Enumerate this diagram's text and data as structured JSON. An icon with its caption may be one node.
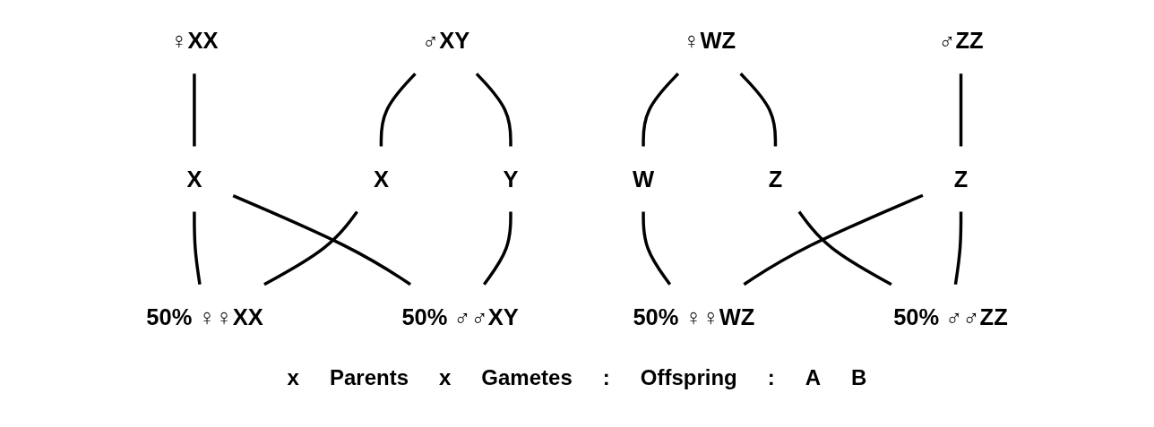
{
  "diagram": {
    "nodes": [
      {
        "text": [
          "♀XX"
        ]
      },
      {
        "text": [
          "♂XY"
        ]
      },
      {
        "text": [
          "X"
        ]
      },
      {
        "text": [
          "X"
        ]
      },
      {
        "text": [
          "Y"
        ]
      },
      {
        "text": [
          "50% ♀♀XX"
        ]
      },
      {
        "text": [
          "50% ♂♂XY"
        ]
      },
      {
        "text": [
          "♀WZ"
        ]
      },
      {
        "text": [
          "♂ZZ"
        ]
      },
      {
        "text": [
          "W"
        ]
      },
      {
        "text": [
          "Z"
        ]
      },
      {
        "text": [
          "Z"
        ]
      },
      {
        "text": [
          "50% ♀♀WZ"
        ]
      },
      {
        "text": [
          "50% ♂♂ZZ"
        ]
      }
    ],
    "edges": [
      {
        "from": 0,
        "to": 2,
        "arrow": "none"
      },
      {
        "from": 1,
        "to": 3,
        "arrow": "none"
      },
      {
        "from": 1,
        "to": 4,
        "arrow": "none"
      },
      {
        "from": 2,
        "to": 5,
        "arrow": "none"
      },
      {
        "from": 2,
        "to": 6,
        "arrow": "none"
      },
      {
        "from": 3,
        "to": 5,
        "arrow": "none"
      },
      {
        "from": 4,
        "to": 6,
        "arrow": "none"
      },
      {
        "from": 7,
        "to": 9,
        "arrow": "none"
      },
      {
        "from": 7,
        "to": 10,
        "arrow": "none"
      },
      {
        "from": 8,
        "to": 11,
        "arrow": "none"
      },
      {
        "from": 9,
        "to": 12,
        "arrow": "none"
      },
      {
        "from": 10,
        "to": 13,
        "arrow": "none"
      },
      {
        "from": 11,
        "to": 12,
        "arrow": "none"
      },
      {
        "from": 11,
        "to": 13,
        "arrow": "none"
      }
    ],
    "labels": [
      "x",
      "Parents",
      "x",
      "Gametes",
      ":",
      "Offspring",
      ":",
      "A",
      "B"
    ]
  }
}
